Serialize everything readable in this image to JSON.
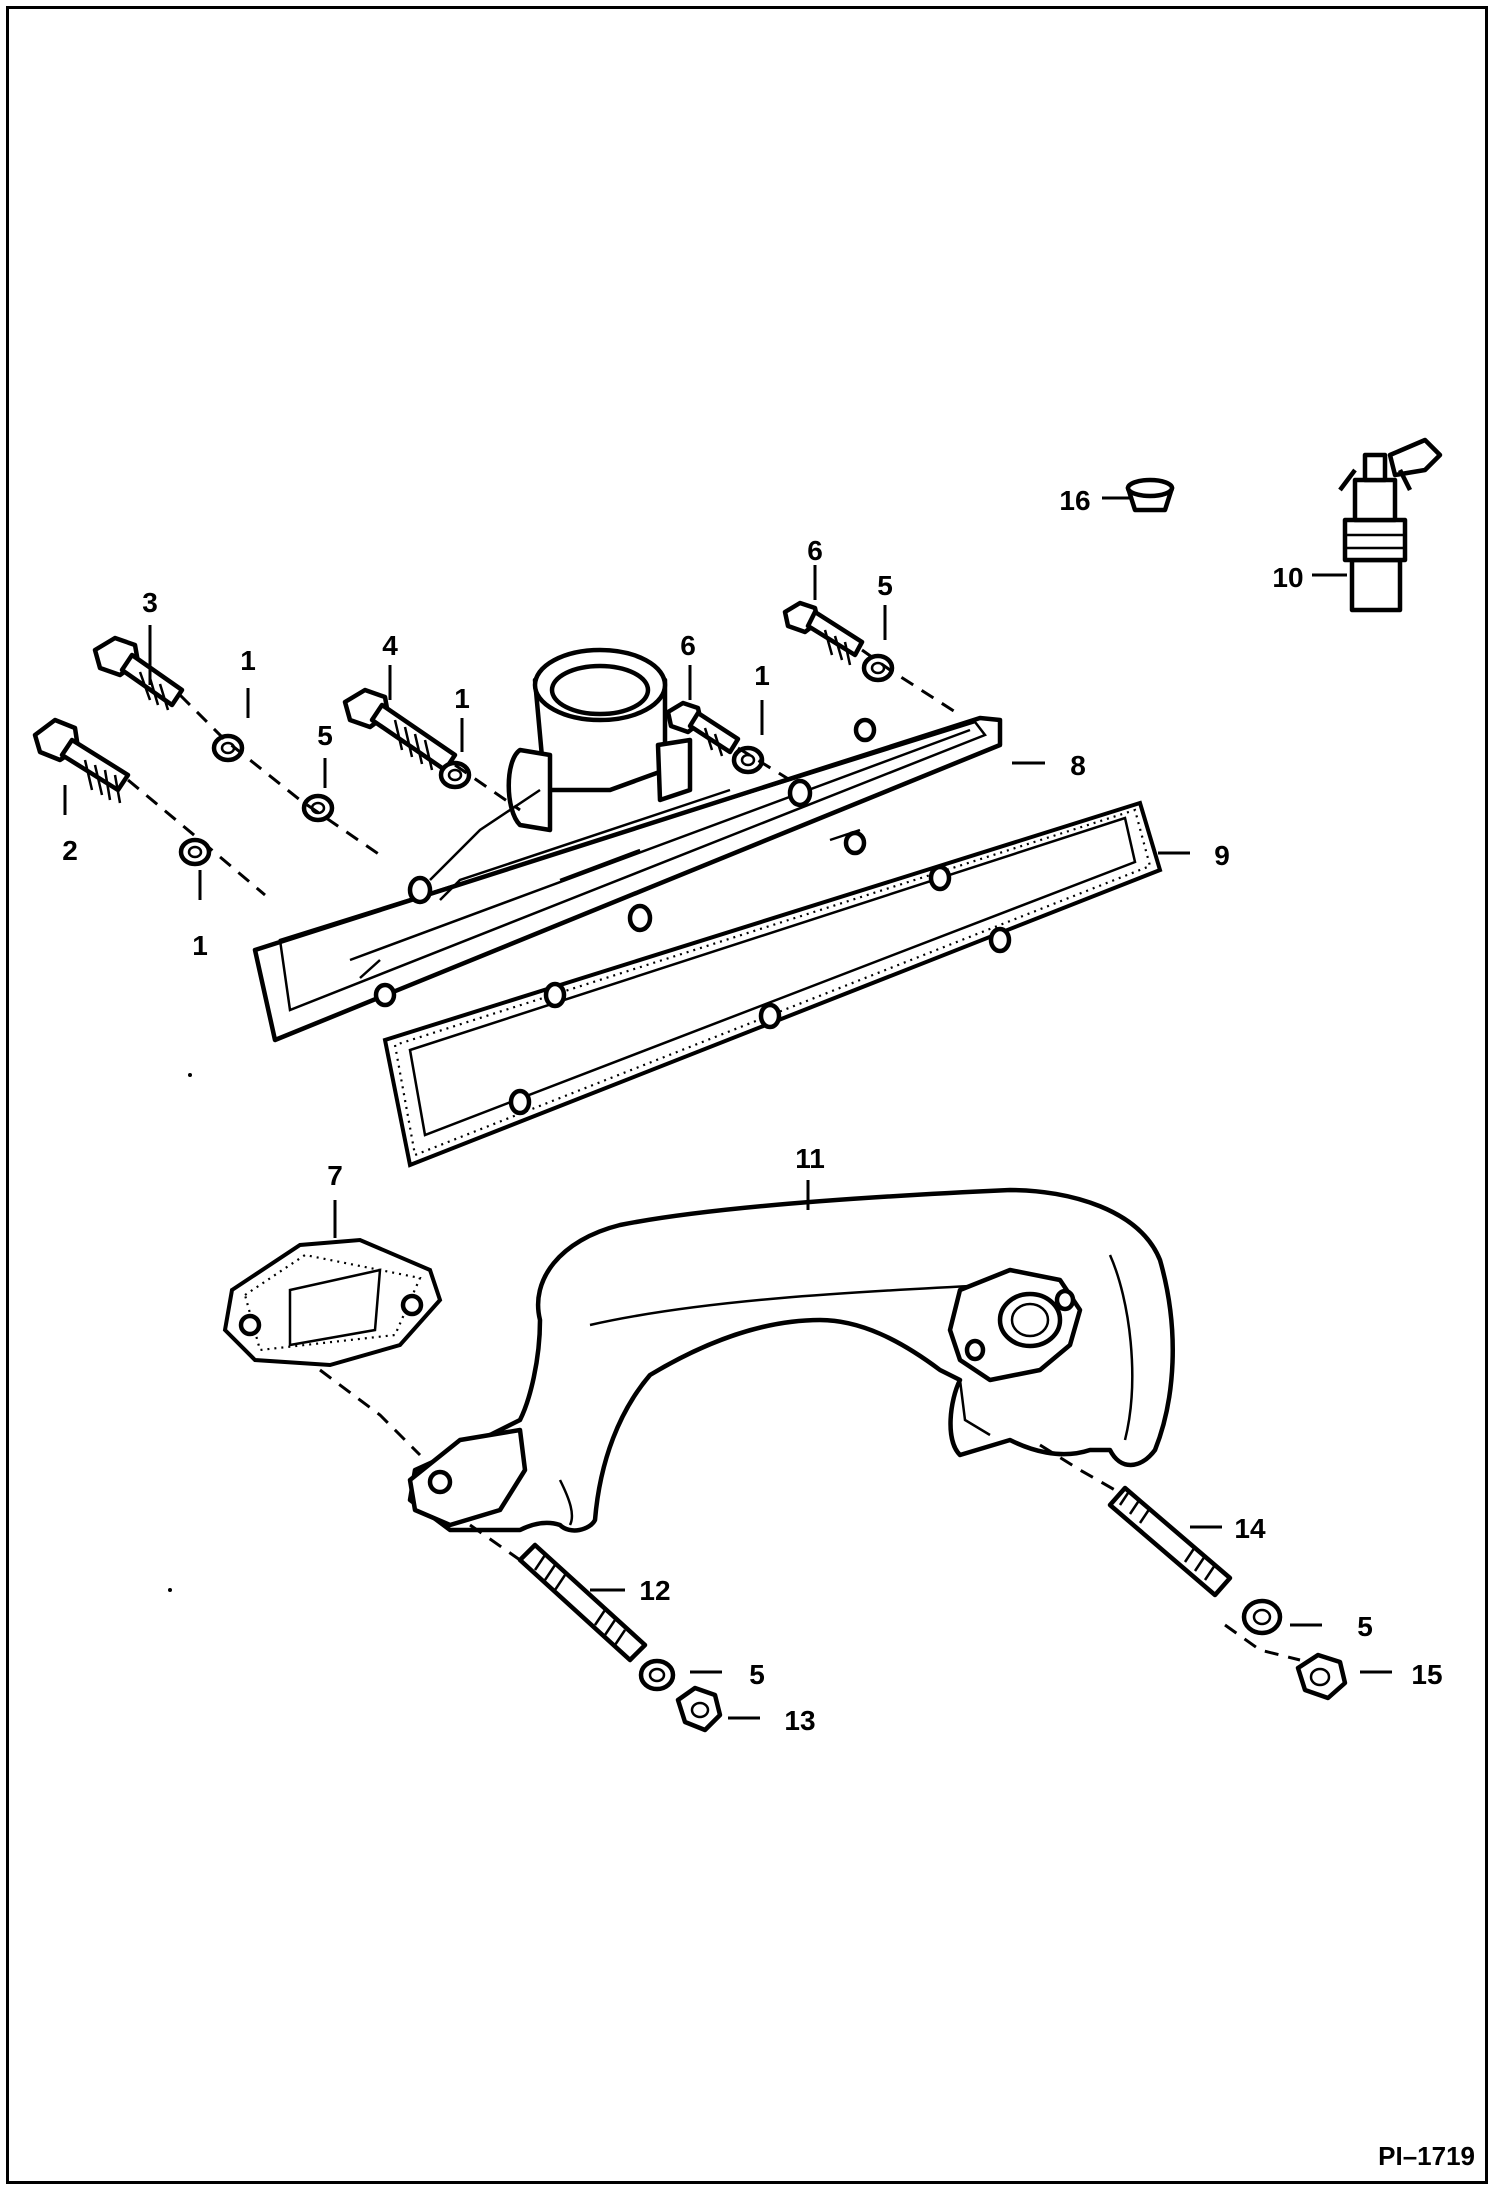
{
  "figure": {
    "reference": "PI–1719"
  },
  "callouts": [
    {
      "id": "c1a",
      "text": "1"
    },
    {
      "id": "c1b",
      "text": "1"
    },
    {
      "id": "c1c",
      "text": "1"
    },
    {
      "id": "c1d",
      "text": "1"
    },
    {
      "id": "c2",
      "text": "2"
    },
    {
      "id": "c3",
      "text": "3"
    },
    {
      "id": "c4",
      "text": "4"
    },
    {
      "id": "c5a",
      "text": "5"
    },
    {
      "id": "c5b",
      "text": "5"
    },
    {
      "id": "c5c",
      "text": "5"
    },
    {
      "id": "c5d",
      "text": "5"
    },
    {
      "id": "c6a",
      "text": "6"
    },
    {
      "id": "c6b",
      "text": "6"
    },
    {
      "id": "c7",
      "text": "7"
    },
    {
      "id": "c8",
      "text": "8"
    },
    {
      "id": "c9",
      "text": "9"
    },
    {
      "id": "c10",
      "text": "10"
    },
    {
      "id": "c11",
      "text": "11"
    },
    {
      "id": "c12",
      "text": "12"
    },
    {
      "id": "c13",
      "text": "13"
    },
    {
      "id": "c14",
      "text": "14"
    },
    {
      "id": "c15",
      "text": "15"
    },
    {
      "id": "c16",
      "text": "16"
    }
  ]
}
